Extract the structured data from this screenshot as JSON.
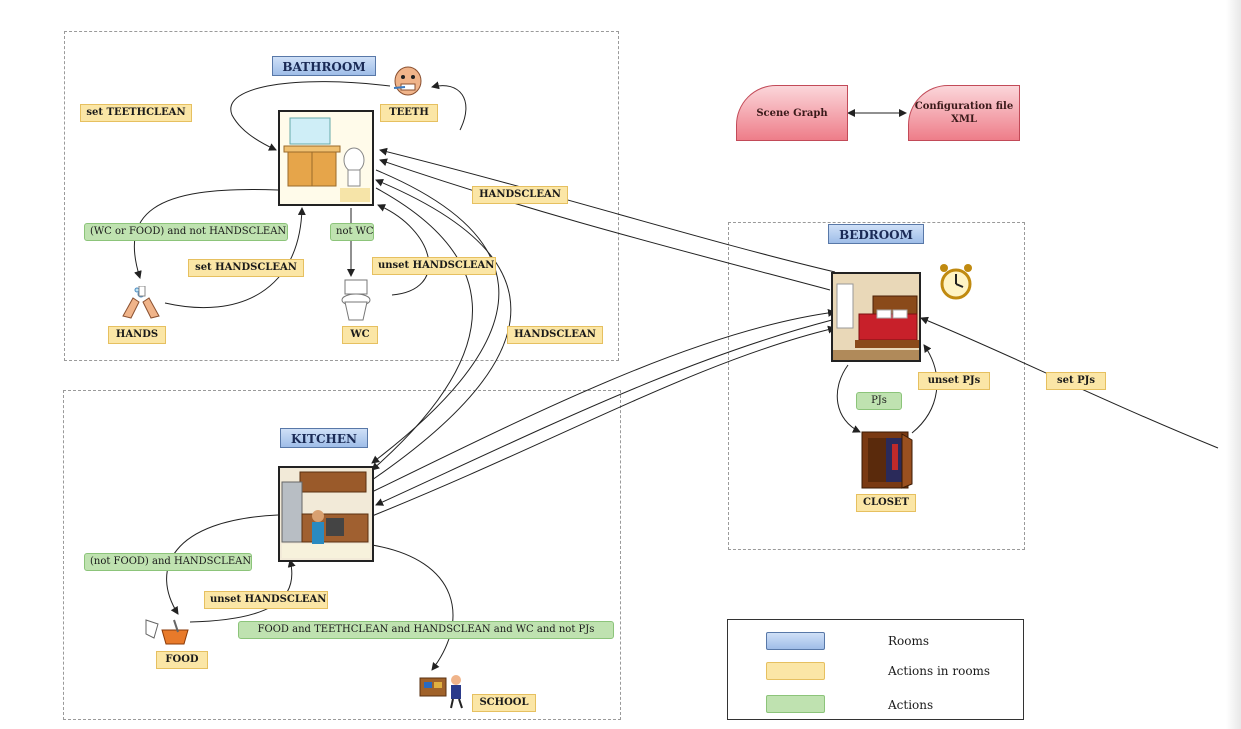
{
  "rooms": {
    "bathroom": "BATHROOM",
    "bedroom": "BEDROOM",
    "kitchen": "KITCHEN"
  },
  "nodes": {
    "teeth": "TEETH",
    "hands": "HANDS",
    "wc": "WC",
    "food": "FOOD",
    "closet": "CLOSET",
    "school": "SCHOOL"
  },
  "actions": {
    "set_teethclean": "set TEETHCLEAN",
    "set_handsclean": "set HANDSCLEAN",
    "unset_handsclean_bath": "unset HANDSCLEAN",
    "handsclean_top": "HANDSCLEAN",
    "handsclean_mid": "HANDSCLEAN",
    "unset_pjs": "unset PJs",
    "set_pjs": "set PJs",
    "unset_handsclean_kitchen": "unset HANDSCLEAN"
  },
  "conditions": {
    "wc_or_food": "(WC or FOOD) and not HANDSCLEAN",
    "not_wc": "not WC",
    "pjs": "PJs",
    "not_food": "(not FOOD) and HANDSCLEAN",
    "school_cond": "FOOD and TEETHCLEAN and HANDSCLEAN and WC and not PJs"
  },
  "system": {
    "scene_graph": "Scene Graph",
    "config_line1": "Configuration file",
    "config_line2": "XML"
  },
  "legend": {
    "rooms": "Rooms",
    "actions_in_rooms": "Actions in rooms",
    "actions": "Actions"
  },
  "colors": {
    "room": "#9fbde8",
    "action_in_room": "#fbe6a6",
    "action": "#bfe2b0",
    "system_block": "#ee7d89"
  }
}
